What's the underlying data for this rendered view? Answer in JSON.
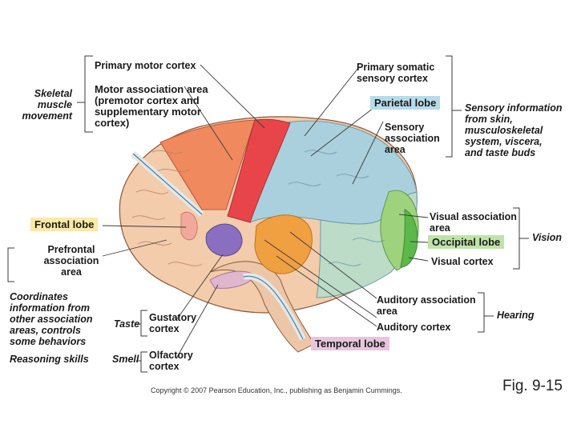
{
  "labels": {
    "primary_motor": "Primary motor cortex",
    "motor_assoc": "Motor association area\n(premotor cortex and\nsupplementary motor\ncortex)",
    "skeletal": "Skeletal\nmuscle\nmovement",
    "primary_somatic": "Primary somatic\nsensory cortex",
    "parietal": "Parietal lobe",
    "sensory_info": "Sensory information\nfrom skin,\nmusculoskeletal\nsystem, viscera,\nand taste buds",
    "sensory_assoc": "Sensory\nassociation\narea",
    "frontal": "Frontal lobe",
    "prefrontal": "Prefrontal\nassociation\narea",
    "visual_assoc": "Visual association\narea",
    "occipital": "Occipital lobe",
    "vision": "Vision",
    "visual_cortex": "Visual cortex",
    "coordinates": "Coordinates\ninformation from\nother association\nareas, controls\nsome behaviors",
    "auditory_assoc": "Auditory association\narea",
    "hearing": "Hearing",
    "auditory_cortex": "Auditory cortex",
    "taste": "Taste",
    "gustatory": "Gustatory\ncortex",
    "temporal": "Temporal lobe",
    "reasoning": "Reasoning skills",
    "smell": "Smell",
    "olfactory": "Olfactory\ncortex"
  },
  "copyright": "Copyright © 2007 Pearson Education, Inc., publishing as Benjamin Cummings.",
  "figure_label": "Fig. 9-15",
  "colors": {
    "frontal_region": "#f3ccab",
    "motor_region": "#e8454a",
    "premotor_region": "#f08a5e",
    "parietal_region": "#a9d0dc",
    "occipital_region": "#9fd27d",
    "visual_cortex": "#5cb84a",
    "auditory_region": "#f0a040",
    "gustatory_region": "#8a6fc0",
    "olfactory_region": "#e0b6cf",
    "parietal_label_bg": "#b7dbe8",
    "occipital_label_bg": "#bfe3a8",
    "temporal_label_bg": "#e9c4de",
    "frontal_label_bg": "#fbe9a6"
  }
}
